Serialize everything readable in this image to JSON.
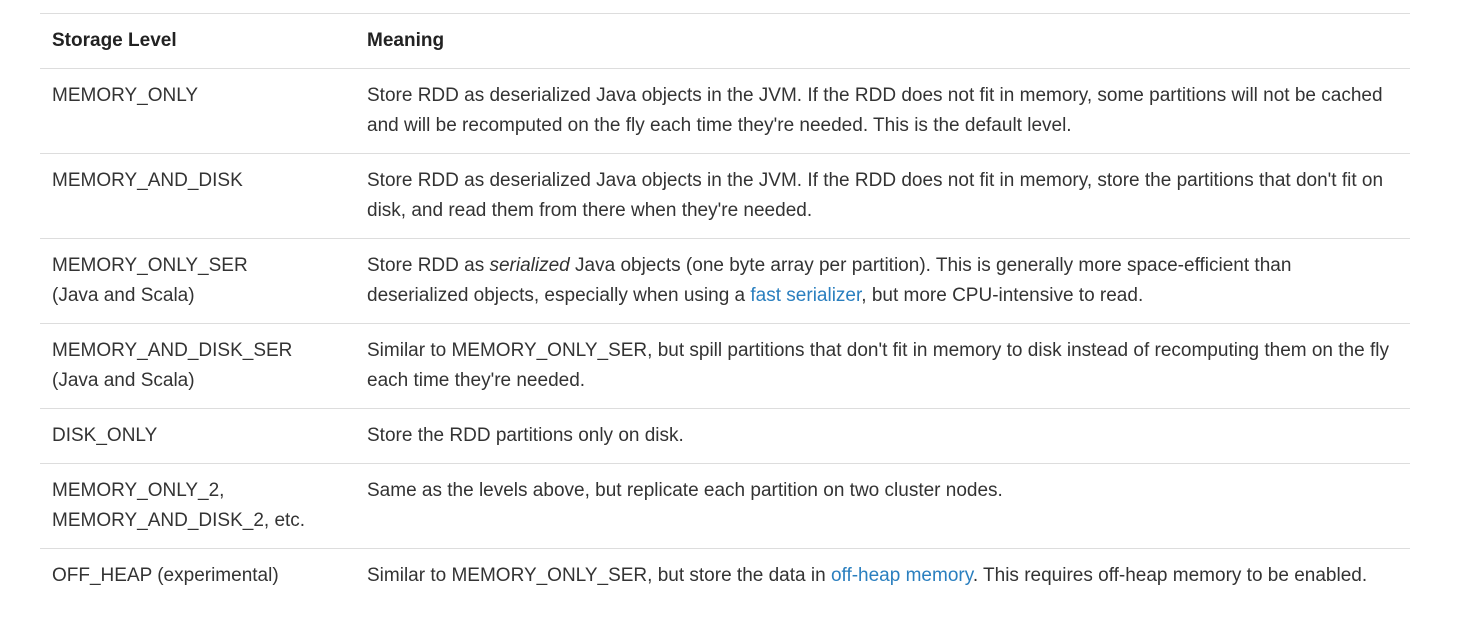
{
  "table": {
    "headers": {
      "level": "Storage Level",
      "meaning": "Meaning"
    },
    "rows": [
      {
        "level_lines": [
          "MEMORY_ONLY"
        ],
        "meaning": {
          "text": "Store RDD as deserialized Java objects in the JVM. If the RDD does not fit in memory, some partitions will not be cached and will be recomputed on the fly each time they're needed. This is the default level."
        }
      },
      {
        "level_lines": [
          "MEMORY_AND_DISK"
        ],
        "meaning": {
          "text": "Store RDD as deserialized Java objects in the JVM. If the RDD does not fit in memory, store the partitions that don't fit on disk, and read them from there when they're needed."
        }
      },
      {
        "level_lines": [
          "MEMORY_ONLY_SER",
          "(Java and Scala)"
        ],
        "meaning": {
          "before": "Store RDD as ",
          "em": "serialized",
          "middle": " Java objects (one byte array per partition). This is generally more space-efficient than deserialized objects, especially when using a ",
          "link": "fast serializer",
          "after": ", but more CPU-intensive to read."
        }
      },
      {
        "level_lines": [
          "MEMORY_AND_DISK_SER",
          "(Java and Scala)"
        ],
        "meaning": {
          "text": "Similar to MEMORY_ONLY_SER, but spill partitions that don't fit in memory to disk instead of recomputing them on the fly each time they're needed."
        }
      },
      {
        "level_lines": [
          "DISK_ONLY"
        ],
        "meaning": {
          "text": "Store the RDD partitions only on disk."
        }
      },
      {
        "level_lines": [
          "MEMORY_ONLY_2,",
          "MEMORY_AND_DISK_2, etc."
        ],
        "meaning": {
          "text": "Same as the levels above, but replicate each partition on two cluster nodes."
        }
      },
      {
        "level_lines": [
          "OFF_HEAP (experimental)"
        ],
        "meaning": {
          "before": "Similar to MEMORY_ONLY_SER, but store the data in ",
          "link": "off-heap memory",
          "after": ". This requires off-heap memory to be enabled."
        }
      }
    ]
  },
  "colors": {
    "text": "#333333",
    "link": "#2a7fbf",
    "border": "#dddddd"
  }
}
